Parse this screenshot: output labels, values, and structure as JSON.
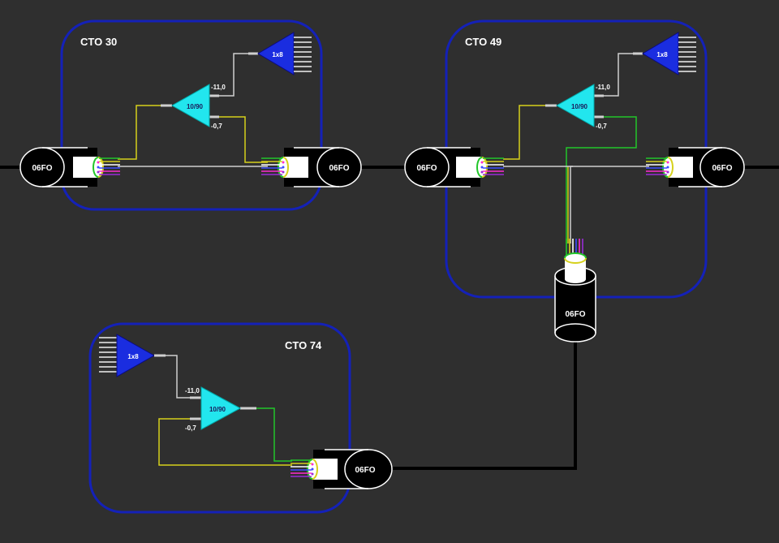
{
  "colors": {
    "background": "#2f2f2f",
    "box_border": "#1421b8",
    "splitter_fill": "#22e6ee",
    "splitter_1x8_fill": "#1a2de0",
    "fiber_yellow": "#d6d11c",
    "fiber_green": "#22c62a",
    "fiber_grey": "#cfcfcf",
    "cable_black": "#000000"
  },
  "boxes": [
    {
      "title": "CTO 30"
    },
    {
      "title": "CTO 49"
    },
    {
      "title": "CTO 74"
    }
  ],
  "cables": {
    "cto30_left": "06FO",
    "cto30_right": "06FO",
    "cto49_left": "06FO",
    "cto49_right": "06FO",
    "cto49_drop": "06FO",
    "cto74_right": "06FO"
  },
  "splitters": {
    "cto30_ratio": "10/90",
    "cto30_loss_high": "-11,0",
    "cto30_loss_low": "-0,7",
    "cto30_out": "1x8",
    "cto49_ratio": "10/90",
    "cto49_loss_high": "-11,0",
    "cto49_loss_low": "-0,7",
    "cto49_out": "1x8",
    "cto74_ratio": "10/90",
    "cto74_loss_high": "-11,0",
    "cto74_loss_low": "-0,7",
    "cto74_out": "1x8"
  }
}
